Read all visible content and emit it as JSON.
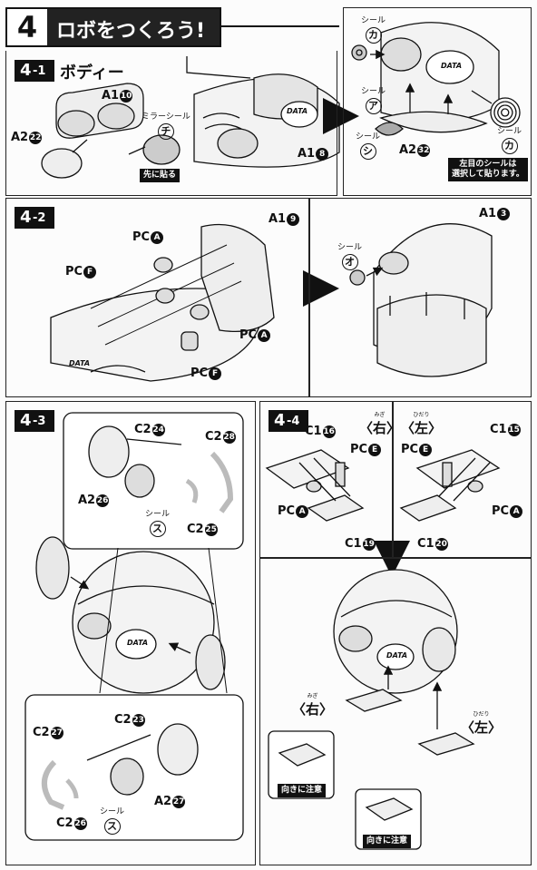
{
  "header": {
    "step_number": "4",
    "title": "ロボをつくろう!"
  },
  "steps": {
    "s1": {
      "main": "4",
      "sub": "-1",
      "title": "ボディー"
    },
    "s2": {
      "main": "4",
      "sub": "-2"
    },
    "s3": {
      "main": "4",
      "sub": "-3"
    },
    "s4": {
      "main": "4",
      "sub": "-4"
    }
  },
  "parts": {
    "a1_10": {
      "runner": "A1",
      "num": "10"
    },
    "a2_22": {
      "runner": "A2",
      "num": "22"
    },
    "a1_8": {
      "runner": "A1",
      "num": "8"
    },
    "a2_32": {
      "runner": "A2",
      "num": "32"
    },
    "a1_9": {
      "runner": "A1",
      "num": "9"
    },
    "a1_3": {
      "runner": "A1",
      "num": "3"
    },
    "pc_a1": {
      "runner": "PC",
      "num": "A"
    },
    "pc_f1": {
      "runner": "PC",
      "num": "F"
    },
    "pc_a2": {
      "runner": "PC",
      "num": "A"
    },
    "pc_f2": {
      "runner": "PC",
      "num": "F"
    },
    "c2_24": {
      "runner": "C2",
      "num": "24"
    },
    "c2_28": {
      "runner": "C2",
      "num": "28"
    },
    "a2_26": {
      "runner": "A2",
      "num": "26"
    },
    "c2_25": {
      "runner": "C2",
      "num": "25"
    },
    "c2_23": {
      "runner": "C2",
      "num": "23"
    },
    "c2_27": {
      "runner": "C2",
      "num": "27"
    },
    "a2_27": {
      "runner": "A2",
      "num": "27"
    },
    "c2_26": {
      "runner": "C2",
      "num": "26"
    },
    "c1_16": {
      "runner": "C1",
      "num": "16"
    },
    "pc_e1": {
      "runner": "PC",
      "num": "E"
    },
    "pc_a3": {
      "runner": "PC",
      "num": "A"
    },
    "c1_19": {
      "runner": "C1",
      "num": "19"
    },
    "c1_15": {
      "runner": "C1",
      "num": "15"
    },
    "pc_e2": {
      "runner": "PC",
      "num": "E"
    },
    "pc_a4": {
      "runner": "PC",
      "num": "A"
    },
    "c1_20": {
      "runner": "C1",
      "num": "20"
    }
  },
  "seals": {
    "mirror": {
      "label": "ミラーシール",
      "kana": "チ"
    },
    "ka1": {
      "label": "シール",
      "kana": "カ"
    },
    "a": {
      "label": "シール",
      "kana": "ア"
    },
    "shi": {
      "label": "シール",
      "kana": "シ"
    },
    "ka2": {
      "label": "シール",
      "kana": "カ"
    },
    "o": {
      "label": "シール",
      "kana": "オ"
    },
    "su1": {
      "label": "シール",
      "kana": "ス"
    },
    "su2": {
      "label": "シール",
      "kana": "ス"
    }
  },
  "notes": {
    "apply_first": "先に貼る",
    "select_seal_l1": "左目のシールは",
    "select_seal_l2": "選択して貼ります。",
    "orientation1": "向きに注意",
    "orientation2": "向きに注意"
  },
  "sides": {
    "right_top": {
      "ruby": "みぎ",
      "text": "〈右〉"
    },
    "left_top": {
      "ruby": "ひだり",
      "text": "〈左〉"
    },
    "right_bottom": {
      "ruby": "みぎ",
      "text": "〈右〉"
    },
    "left_bottom": {
      "ruby": "ひだり",
      "text": "〈左〉"
    }
  },
  "logo_text": "DATA"
}
